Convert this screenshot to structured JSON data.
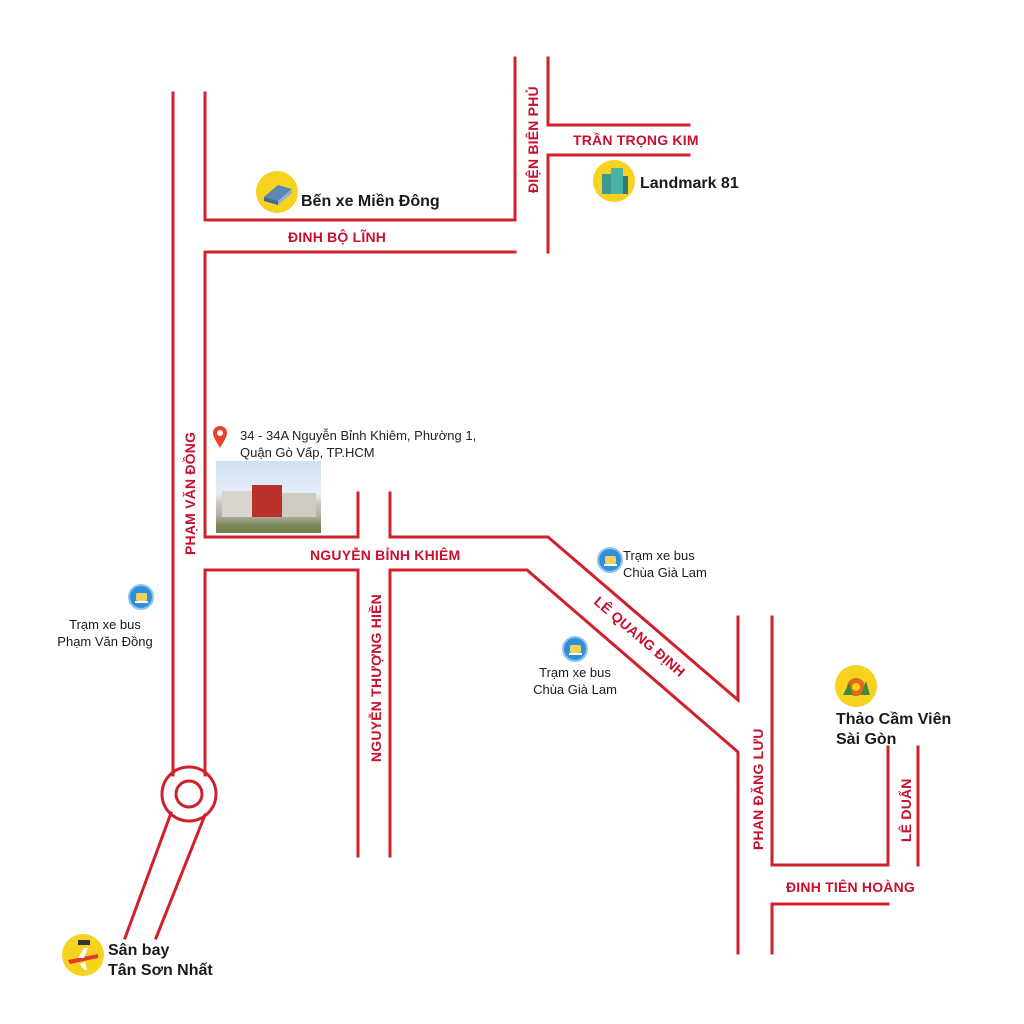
{
  "streets": {
    "dinh_bo_linh": "ĐINH BỘ LĨNH",
    "dien_bien_phu": "ĐIỆN BIÊN PHỦ",
    "tran_trong_kim": "TRẦN TRỌNG KIM",
    "pham_van_dong": "PHẠM VĂN ĐỒNG",
    "nguyen_binh_khiem": "NGUYỄN BỈNH KHIÊM",
    "nguyen_thuong_hien": "NGUYỄN THƯỢNG HIỀN",
    "le_quang_dinh": "LÊ QUANG ĐỊNH",
    "phan_dang_luu": "PHAN ĐĂNG LƯU",
    "le_duan": "LÊ DUẨN",
    "dinh_tien_hoang": "ĐINH TIÊN HOÀNG"
  },
  "pois": {
    "ben_xe": "Bến xe Miền Đông",
    "landmark": "Landmark 81",
    "thao_cam_vien": {
      "line1": "Thảo Cầm Viên",
      "line2": "Sài Gòn"
    },
    "san_bay": {
      "line1": "Sân bay",
      "line2": "Tân Sơn Nhất"
    },
    "bus_pvd": {
      "line1": "Trạm xe bus",
      "line2": "Phạm Văn Đồng"
    },
    "bus_cgl_1": {
      "line1": "Trạm xe bus",
      "line2": "Chùa Già Lam"
    },
    "bus_cgl_2": {
      "line1": "Trạm xe bus",
      "line2": "Chùa Già Lam"
    }
  },
  "address": {
    "line1": "34 - 34A Nguyễn Bỉnh Khiêm, Phường 1,",
    "line2": "Quận Gò Vấp, TP.HCM"
  },
  "colors": {
    "road": "#d0202a",
    "label": "#c8102e",
    "icon_bg": "#f7d21f",
    "bus": "#2f8fd8"
  },
  "icons": [
    "bus-station-icon",
    "building-icon",
    "zoo-icon",
    "airplane-icon",
    "bus-stop-icon",
    "location-pin-icon"
  ]
}
